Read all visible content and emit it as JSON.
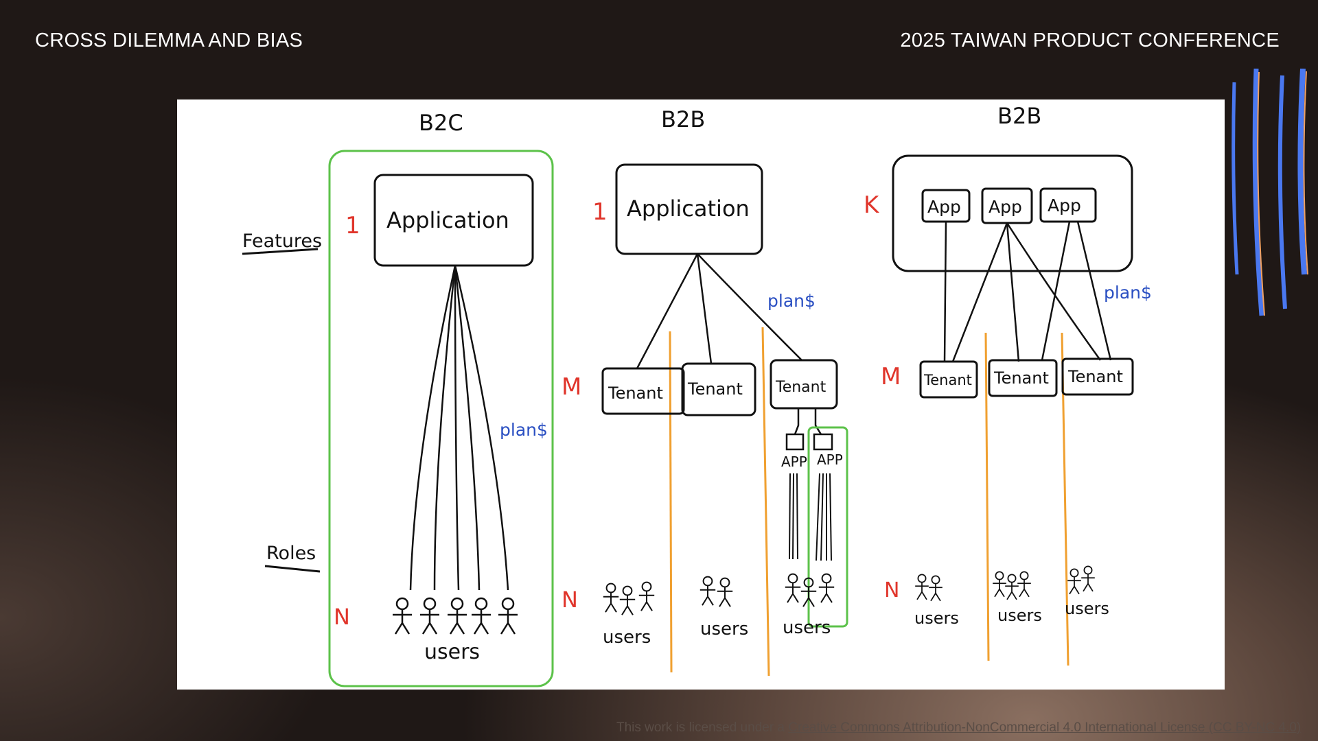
{
  "header": {
    "left_title": "CROSS DILEMMA AND BIAS",
    "right_title": "2025 TAIWAN PRODUCT CONFERENCE"
  },
  "diagram": {
    "side_labels": {
      "features": "Features",
      "roles": "Roles"
    },
    "panel_b2c": {
      "title": "B2C",
      "count_top": "1",
      "count_bottom": "N",
      "app_label": "Application",
      "plan_label": "plan$",
      "users_label": "users"
    },
    "panel_b2b_single": {
      "title": "B2B",
      "count_top": "1",
      "count_mid": "M",
      "count_bottom": "N",
      "app_label": "Application",
      "plan_label": "plan$",
      "tenant_label": "Tenant",
      "app_small_label": "APP",
      "users_label": "users"
    },
    "panel_b2b_multi": {
      "title": "B2B",
      "count_top": "K",
      "count_mid": "M",
      "count_bottom": "N",
      "app_label": "App",
      "plan_label": "plan$",
      "tenant_label": "Tenant",
      "users_label": "users"
    },
    "colors": {
      "red": "#e0352b",
      "blue": "#2a4fc2",
      "green": "#5cc24a",
      "orange": "#f0a030",
      "ink": "#111111"
    }
  },
  "footer": {
    "prefix": "This work is licensed under a ",
    "link_text": "Creative Commons Attribution-NonCommercial 4.0 International License (CC BY-NC 4.0)"
  }
}
